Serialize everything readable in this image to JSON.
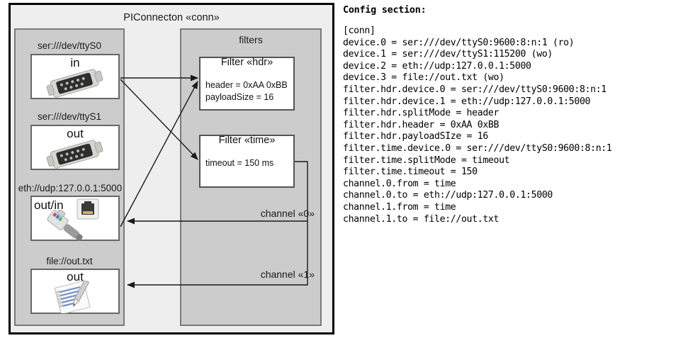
{
  "diagram": {
    "title": "PIConnecton «conn»",
    "devices_panel": {
      "name": "devices",
      "items": [
        {
          "label": "ser:///dev/ttyS0",
          "io": "in",
          "icon": "serial-db9-icon"
        },
        {
          "label": "ser:///dev/ttyS1",
          "io": "out",
          "icon": "serial-db9-icon"
        },
        {
          "label": "eth://udp:127.0.0.1:5000",
          "io": "out/in",
          "icon": "ethernet-rj45-icon"
        },
        {
          "label": "file://out.txt",
          "io": "out",
          "icon": "text-file-pen-icon"
        }
      ]
    },
    "filters_panel": {
      "title": "filters",
      "filters": [
        {
          "title": "Filter «hdr»",
          "props": [
            "header = 0xAA 0xBB",
            "payloadSize = 16"
          ]
        },
        {
          "title": "Filter «time»",
          "props": [
            "timeout = 150 ms"
          ]
        }
      ],
      "channels": [
        {
          "label": "channel «0»"
        },
        {
          "label": "channel «1»"
        }
      ]
    }
  },
  "config": {
    "heading": "Config section:",
    "lines": [
      "[conn]",
      "device.0 = ser:///dev/ttyS0:9600:8:n:1 (ro)",
      "device.1 = ser:///dev/ttyS1:115200 (wo)",
      "device.2 = eth://udp:127.0.0.1:5000",
      "device.3 = file://out.txt (wo)",
      "filter.hdr.device.0 = ser:///dev/ttyS0:9600:8:n:1",
      "filter.hdr.device.1 = eth://udp:127.0.0.1:5000",
      "filter.hdr.splitMode = header",
      "filter.hdr.header = 0xAA 0xBB",
      "filter.hdr.payloadSIze = 16",
      "filter.time.device.0 = ser:///dev/ttyS0:9600:8:n:1",
      "filter.time.splitMode = timeout",
      "filter.time.timeout = 150",
      "channel.0.from = time",
      "channel.0.to = eth://udp:127.0.0.1:5000",
      "channel.1.from = time",
      "channel.1.to = file://out.txt"
    ]
  },
  "colors": {
    "frame_bg": "#eeeeee",
    "panel_bg": "#cccccc",
    "panel_border": "#7a7a7a",
    "box_bg": "#ffffff",
    "wire": "#1a1a1a"
  }
}
